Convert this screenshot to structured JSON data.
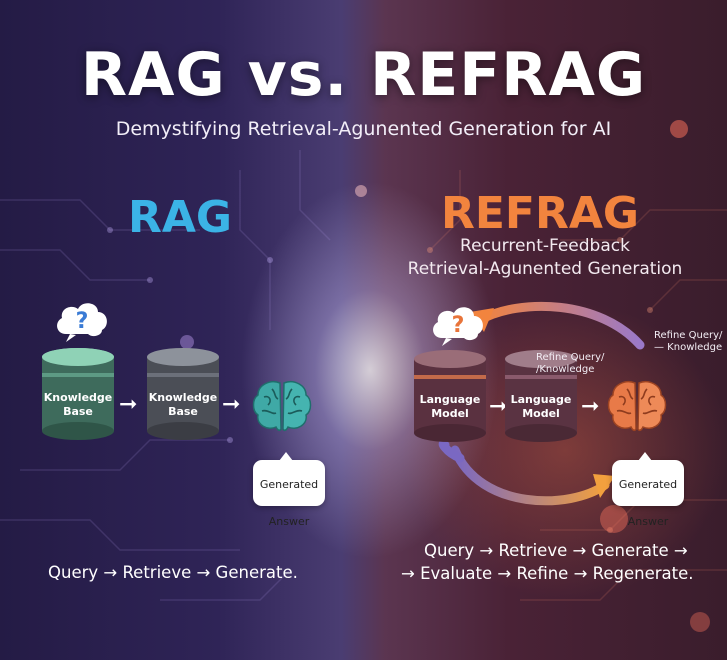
{
  "header": {
    "title": "RAG vs. REFRAG",
    "subtitle": "Demystifying Retrieval-Agunented Generation for AI"
  },
  "rag": {
    "heading": "RAG",
    "nodes": [
      {
        "label_line1": "Knowledge",
        "label_line2": "Base"
      },
      {
        "label_line1": "Knowledge",
        "label_line2": "Base"
      }
    ],
    "bubble": {
      "line1": "Generated",
      "line2": "Answer"
    },
    "flow": "Query → Retrieve → Generate.",
    "query_symbol": "?"
  },
  "refrag": {
    "heading": "REFRAG",
    "subtitle_line1": "Recurrent-Feedback",
    "subtitle_line2": "Retrieval-Agunented Generation",
    "nodes": [
      {
        "label_line1": "Language",
        "label_line2": "Model"
      },
      {
        "label_line1": "Language",
        "label_line2": "Model"
      }
    ],
    "note_inner_line1": "Refine Query/",
    "note_inner_line2": "/Knowledge",
    "note_outer_line1": "Refine Query/",
    "note_outer_line2": "— Knowledge",
    "bubble": {
      "line1": "Generated",
      "line2": "Answer"
    },
    "flow_line1": "Query → Retrieve → Generate →",
    "flow_line2": "→ Evaluate → Refine → Regenerate.",
    "query_symbol": "?"
  },
  "colors": {
    "rag_accent": "#3bb3e6",
    "refrag_accent": "#f2843e",
    "brain_teal": "#3fa9a6",
    "brain_orange": "#e87a48"
  }
}
